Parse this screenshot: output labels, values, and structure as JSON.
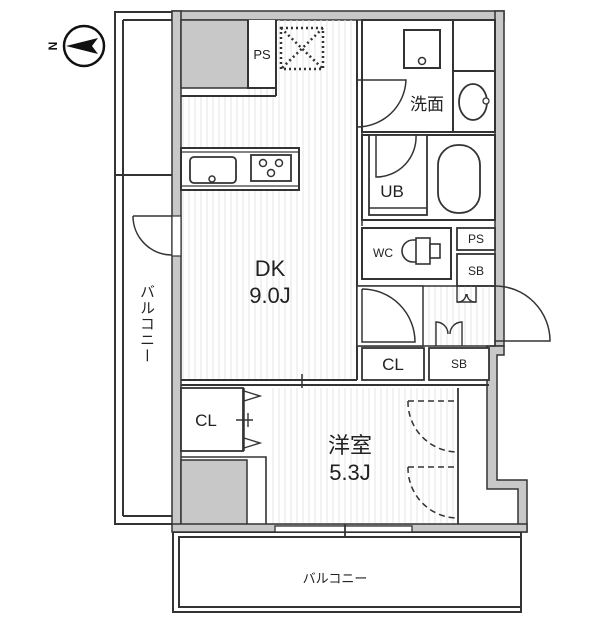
{
  "compass": {
    "direction_label": "N",
    "icon": "north-arrow-icon"
  },
  "rooms": {
    "dk": {
      "name": "DK",
      "size": "9.0J"
    },
    "bedroom": {
      "name": "洋室",
      "size": "5.3J"
    },
    "washroom": {
      "name": "洗面"
    },
    "bath": {
      "name": "UB"
    },
    "toilet": {
      "name": "WC"
    },
    "ps_top": {
      "name": "PS"
    },
    "ps_right": {
      "name": "PS"
    },
    "sb_upper": {
      "name": "SB"
    },
    "sb_lower": {
      "name": "SB"
    },
    "closet_entry": {
      "name": "CL"
    },
    "closet_bedroom": {
      "name": "CL"
    },
    "balcony_side": {
      "name": "バルコニー"
    },
    "balcony_bottom": {
      "name": "バルコニー"
    }
  },
  "colors": {
    "wall": "#333333",
    "wall_fill": "#c8c8c8",
    "floor_lines": "#e2e2e2",
    "background": "#ffffff"
  }
}
